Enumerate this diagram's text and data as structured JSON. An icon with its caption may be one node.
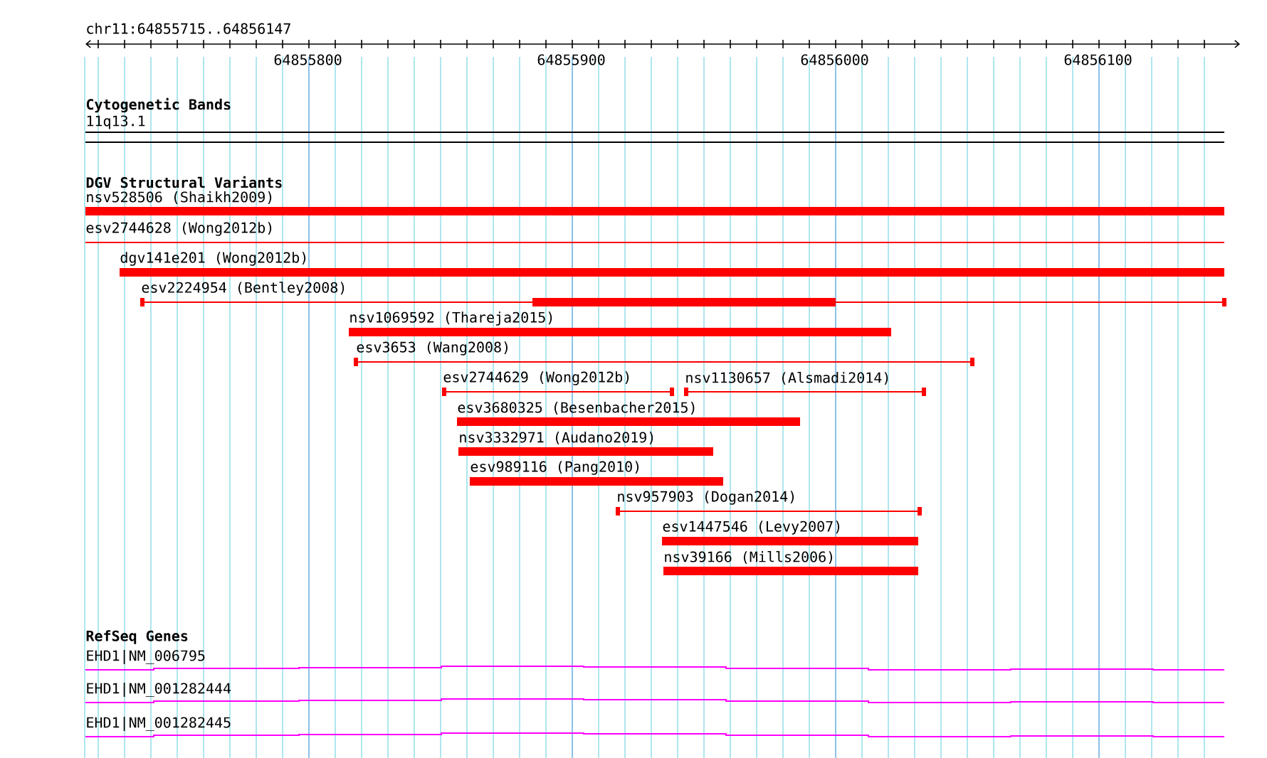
{
  "diagram": {
    "nodes": [
      {
        "text": [
          "11q13.1"
        ]
      },
      {
        "text": [
          "nsv528506 (Shaikh2009)"
        ]
      },
      {
        "text": [
          "esv2744628 (Wong2012b)"
        ]
      },
      {
        "text": [
          "dgv141e201 (Wong2012b)"
        ]
      },
      {
        "text": [
          "esv2224954 (Bentley2008)"
        ]
      },
      {
        "text": [
          "nsv1069592 (Thareja2015)"
        ]
      },
      {
        "text": [
          "esv3653 (Wang2008)"
        ]
      },
      {
        "text": [
          "esv2744629 (Wong2012b)"
        ]
      },
      {
        "text": [
          "nsv1130657 (Alsmadi2014)"
        ]
      },
      {
        "text": [
          "esv3680325 (Besenbacher2015)"
        ]
      },
      {
        "text": [
          "nsv3332971 (Audano2019)"
        ]
      },
      {
        "text": [
          "esv989116 (Pang2010)"
        ]
      },
      {
        "text": [
          "nsv957903 (Dogan2014)"
        ]
      },
      {
        "text": [
          "esv1447546 (Levy2007)"
        ]
      },
      {
        "text": [
          "nsv39166 (Mills2006)"
        ]
      },
      {
        "text": [
          "EHD1|NM_006795"
        ]
      },
      {
        "text": [
          "EHD1|NM_001282444"
        ]
      },
      {
        "text": [
          "EHD1|NM_001282445"
        ]
      }
    ],
    "labels": [
      "chr11:64855715..64856147",
      "64855800",
      "64855900",
      "64856000",
      "64856100",
      "Cytogenetic Bands",
      "DGV Structural Variants",
      "RefSeq Genes"
    ]
  }
}
